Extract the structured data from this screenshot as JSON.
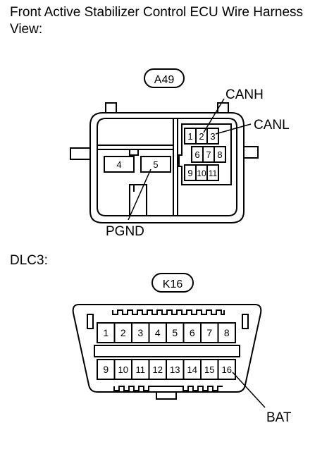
{
  "title": "Front Active Stabilizer Control ECU Wire Harness View:",
  "ecu": {
    "connector": "A49",
    "pins": [
      "4",
      "5",
      "1",
      "2",
      "3",
      "6",
      "7",
      "8",
      "9",
      "10",
      "11"
    ],
    "callouts": {
      "canh": "CANH",
      "canl": "CANL",
      "pgnd": "PGND"
    }
  },
  "dlc": {
    "title": "DLC3:",
    "connector": "K16",
    "top_pins": [
      "1",
      "2",
      "3",
      "4",
      "5",
      "6",
      "7",
      "8"
    ],
    "bottom_pins": [
      "9",
      "10",
      "11",
      "12",
      "13",
      "14",
      "15",
      "16"
    ],
    "callouts": {
      "bat": "BAT"
    }
  }
}
